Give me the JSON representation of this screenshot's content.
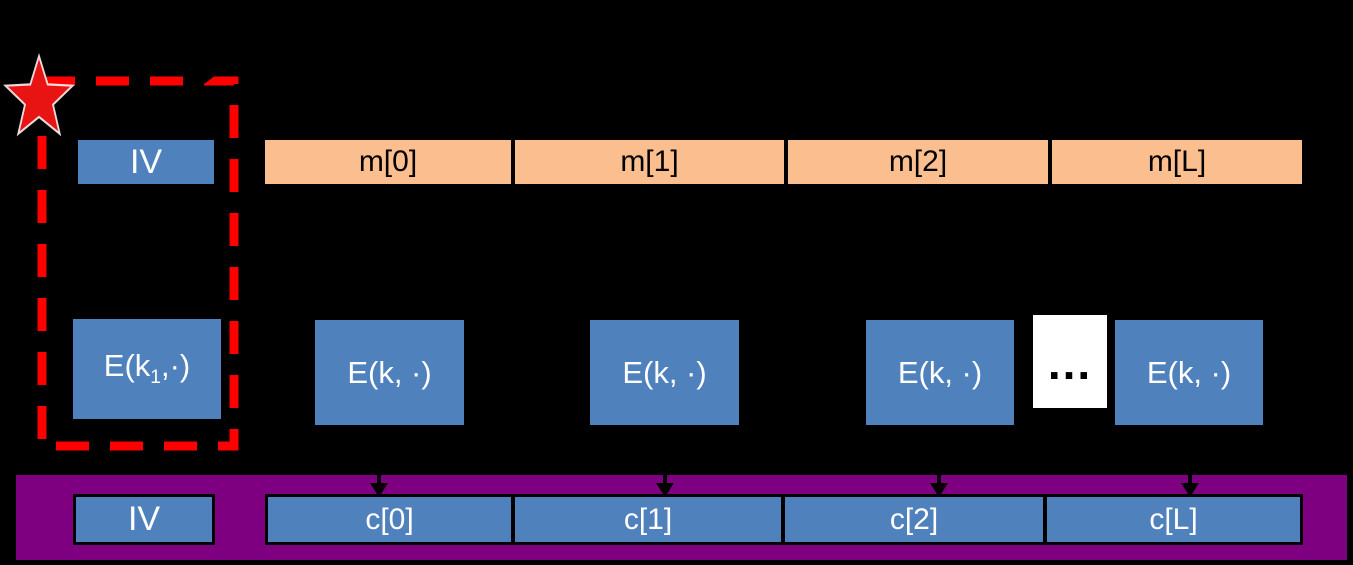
{
  "colors": {
    "background": "#000000",
    "block_blue": "#4f81bd",
    "message_orange": "#fbbf8f",
    "banner_purple": "#7e0080",
    "dash_red": "#ff0000",
    "star_red": "#e81414",
    "arrow_black": "#000000",
    "text_white": "#ffffff",
    "text_black": "#000000"
  },
  "top_row": {
    "iv_label": "IV",
    "message_blocks": [
      "m[0]",
      "m[1]",
      "m[2]",
      "m[L]"
    ]
  },
  "encryption_row": {
    "first_block": {
      "pre": "E(k",
      "sub": "1",
      "post": ",·)"
    },
    "blocks": [
      "E(k, ·)",
      "E(k, ·)",
      "E(k, ·)",
      "E(k, ·)"
    ],
    "ellipsis": "..."
  },
  "output_row": {
    "iv_label": "IV",
    "cipher_blocks": [
      "c[0]",
      "c[1]",
      "c[2]",
      "c[L]"
    ]
  }
}
